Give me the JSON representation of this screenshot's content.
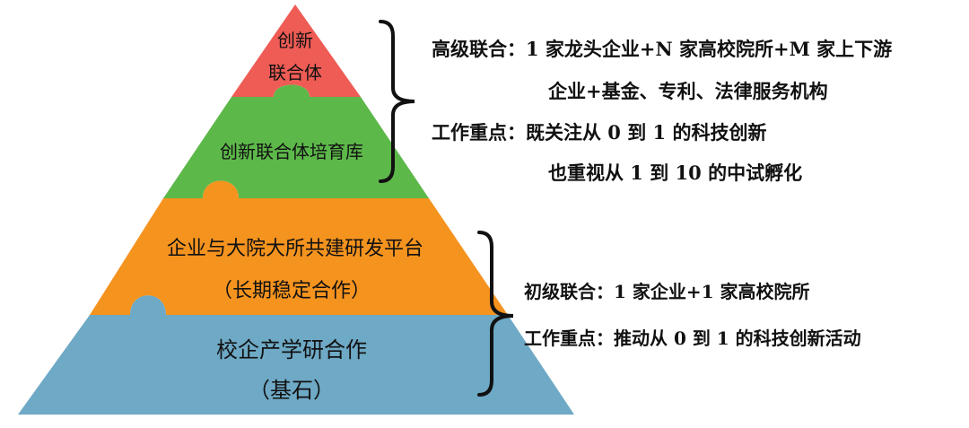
{
  "tiers": {
    "top": {
      "line1": "创新",
      "line2": "联合体",
      "color": "#ee5c55"
    },
    "second": {
      "line1": "创新联合体培育库",
      "color": "#5db84a"
    },
    "third": {
      "line1": "企业与大院大所共建研发平台",
      "line2": "（长期稳定合作）",
      "color": "#f5931f"
    },
    "base": {
      "line1": "校企产学研合作",
      "line2": "（基石）",
      "color": "#6ea9c5"
    }
  },
  "notes": {
    "advanced": {
      "line1": "高级联合：1 家龙头企业+N 家高校院所+M 家上下游",
      "line2": "企业+基金、专利、法律服务机构",
      "line3": "工作重点：既关注从 0 到 1 的科技创新",
      "line4": "也重视从 1 到 10 的中试孵化"
    },
    "primary": {
      "line1": "初级联合：1 家企业+1 家高校院所",
      "line2": "工作重点：推动从 0 到 1 的科技创新活动"
    }
  }
}
